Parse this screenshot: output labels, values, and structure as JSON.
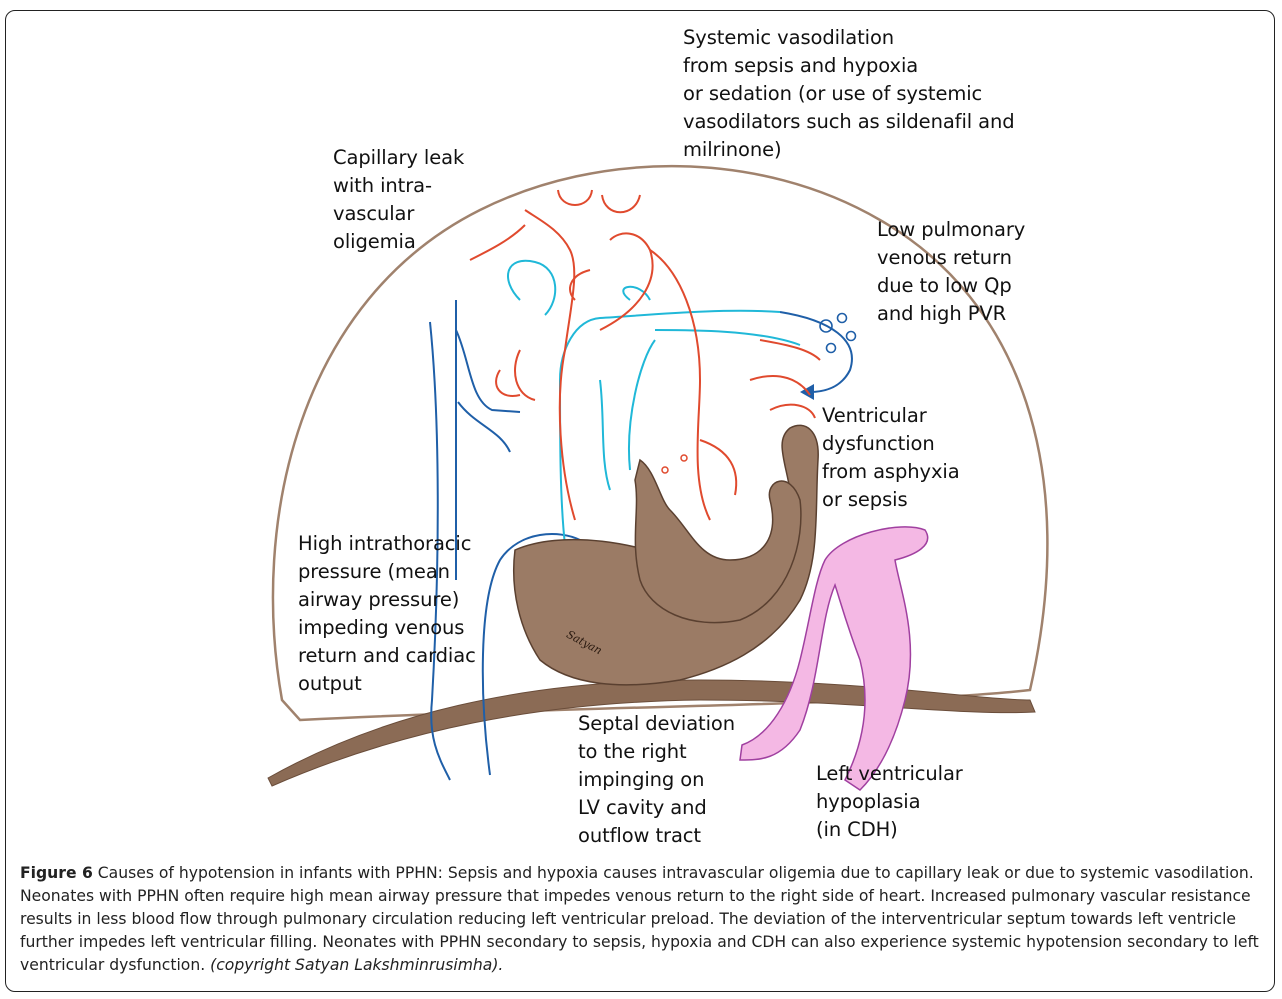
{
  "labels": {
    "systemic_vasodilation": "Systemic vasodilation\nfrom sepsis and hypoxia\nor sedation (or use of systemic\nvasodilators such as sildenafil and\nmilrinone)",
    "capillary_leak": "Capillary leak\nwith intra-\nvascular\noligemia",
    "low_pulmonary_venous_return": "Low pulmonary\nvenous return\ndue to low Qp\nand high PVR",
    "ventricular_dysfunction": "Ventricular\ndysfunction\nfrom asphyxia\nor sepsis",
    "high_intrathoracic_pressure": "High intrathoracic\npressure (mean\nairway pressure)\nimpeding venous\nreturn and cardiac\noutput",
    "septal_deviation": "Septal deviation\nto the right\nimpinging on\nLV cavity and\noutflow tract",
    "lv_hypoplasia": "Left ventricular\nhypoplasia\n(in CDH)"
  },
  "signature": "Satyan",
  "caption": {
    "figure_label": "Figure 6",
    "text": " Causes of hypotension in infants with PPHN: Sepsis and hypoxia causes intravascular oligemia due to capillary leak or due to systemic vasodilation. Neonates with PPHN often require high mean airway pressure that impedes venous return to the right side of heart. Increased pulmonary vascular resistance results in less blood flow through pulmonary circulation reducing left ventricular preload. The deviation of the interventricular septum towards left ventricle further impedes left ventricular filling. Neonates with PPHN secondary to sepsis, hypoxia and CDH can also experience systemic hypotension secondary to left ventricular dysfunction. ",
    "copyright": "(copyright Satyan Lakshminrusimha)."
  },
  "colors": {
    "thorax_outline": "#a0826d",
    "diaphragm": "#8b6b55",
    "heart": "#9b7b65",
    "heart_outline": "#5a4030",
    "artery_red": "#e04a2e",
    "pulmonary_cyan": "#20b8d8",
    "vein_blue": "#1f5fa8",
    "lv_hypoplasia_pink": "#f4b8e4",
    "lv_hypoplasia_outline": "#a040a0"
  }
}
